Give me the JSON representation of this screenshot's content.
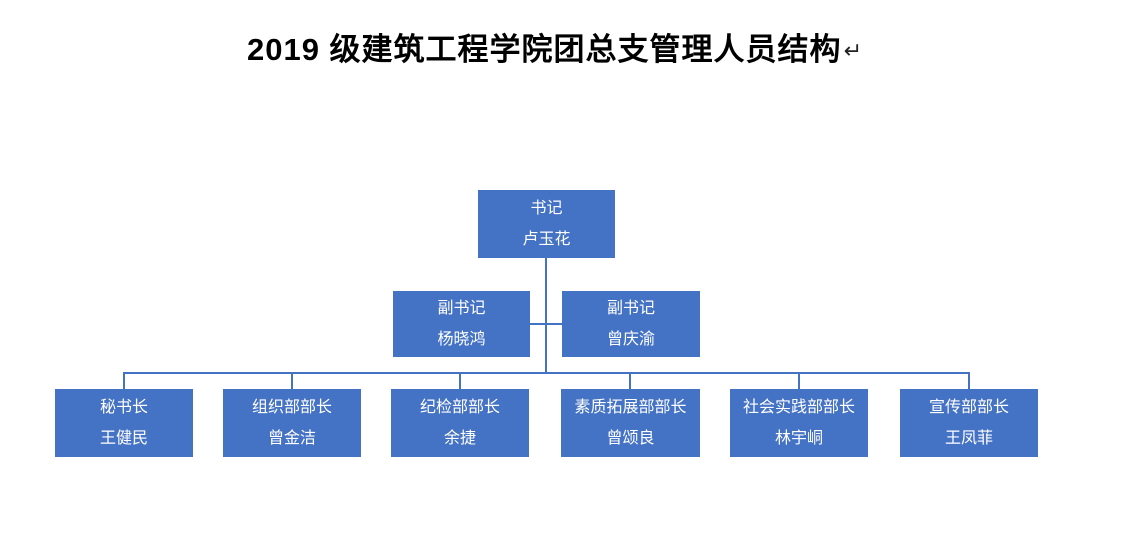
{
  "title": {
    "text": "2019 级建筑工程学院团总支管理人员结构",
    "paragraph_mark": "↵"
  },
  "colors": {
    "node_fill": "#4472C4",
    "node_text": "#FFFFFF",
    "connector": "#4472C4",
    "title_text": "#000000",
    "background": "#FFFFFF"
  },
  "org_chart": {
    "level1": {
      "role": "书记",
      "name": "卢玉花"
    },
    "level2": [
      {
        "role": "副书记",
        "name": "杨晓鸿"
      },
      {
        "role": "副书记",
        "name": "曾庆渝"
      }
    ],
    "level3": [
      {
        "role": "秘书长",
        "name": "王健民"
      },
      {
        "role": "组织部部长",
        "name": "曾金洁"
      },
      {
        "role": "纪检部部长",
        "name": "余捷"
      },
      {
        "role": "素质拓展部部长",
        "name": "曾颂良"
      },
      {
        "role": "社会实践部部长",
        "name": "林宇峒"
      },
      {
        "role": "宣传部部长",
        "name": "王凤菲"
      }
    ]
  }
}
